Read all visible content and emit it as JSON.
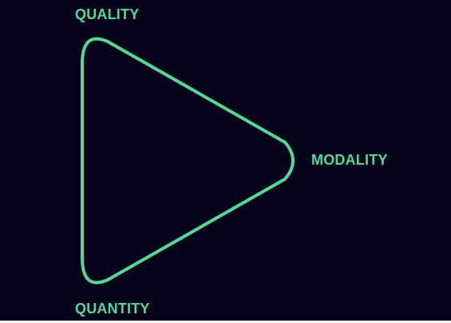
{
  "diagram": {
    "labels": {
      "top": "QUALITY",
      "right": "MODALITY",
      "bottom": "QUANTITY"
    },
    "shape": "rounded-triangle",
    "colors": {
      "background": "#05041a",
      "accent": "#57d89b"
    }
  }
}
